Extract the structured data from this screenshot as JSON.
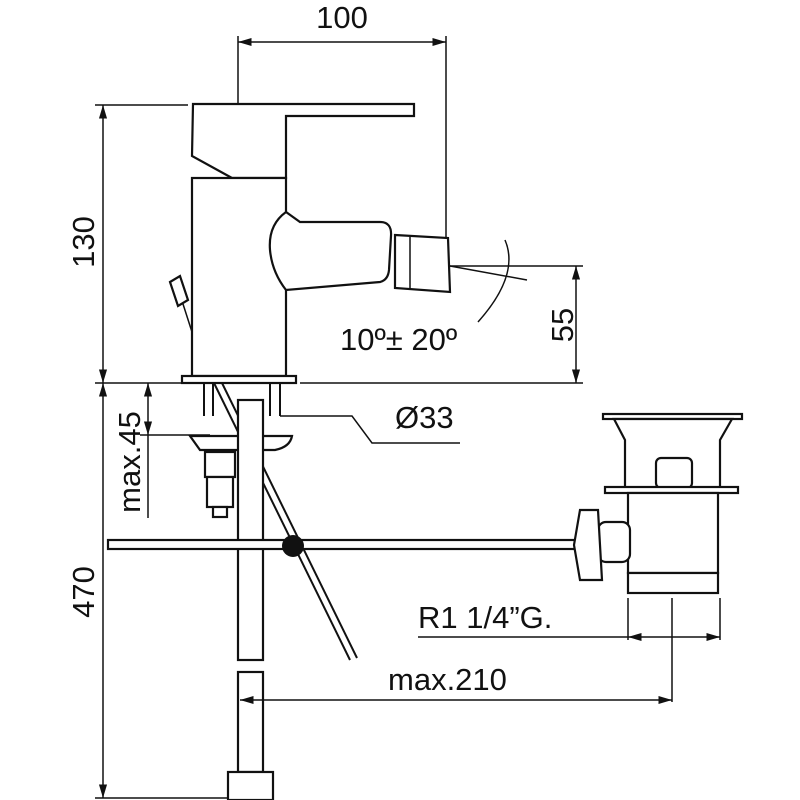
{
  "title": "Bidet mixer technical drawing",
  "dimensions": {
    "width_spout": "100",
    "height_body": "130",
    "spout_height": "55",
    "spout_angle": "10º± 20º",
    "base_diameter": "Ø33",
    "max_thickness": "max.45",
    "hose_length": "470",
    "drain_thread": "R1 1/4”G.",
    "max_distance": "max.210"
  },
  "colors": {
    "line": "#111111",
    "background": "#ffffff"
  }
}
